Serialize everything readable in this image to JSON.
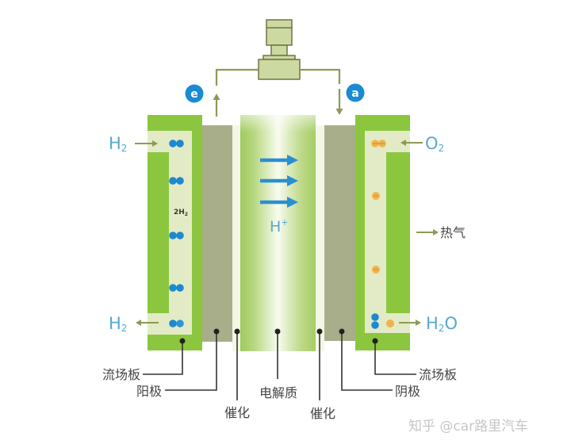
{
  "external_circuit": {
    "electron_badge": "e",
    "a_badge": "a"
  },
  "flows": {
    "h2_in": {
      "main": "H",
      "sub": "2"
    },
    "h2_out": {
      "main": "H",
      "sub": "2"
    },
    "o2_in": {
      "main": "O",
      "sub": "2"
    },
    "h2o_out": {
      "main1": "H",
      "sub": "2",
      "main2": "O"
    },
    "heat_out": "热气",
    "proton": {
      "main": "H",
      "sup": "+"
    },
    "channel_note": {
      "main": "2H",
      "sub": "2"
    }
  },
  "components": {
    "flow_plate_left": "流场板",
    "anode": "阳极",
    "catalyst_left": "催化",
    "electrolyte": "电解质",
    "catalyst_right": "催化",
    "cathode": "阴极",
    "flow_plate_right": "流场板"
  },
  "molecules": {
    "anode_channel_h2_count": 5,
    "cathode_channel_o2_count": 1,
    "cathode_channel_single_o_count": 2,
    "water_outlet_count": 1,
    "proton_arrow_count": 3
  },
  "colors": {
    "flow_plate": "#8cc63f",
    "channel": "#e2ebc6",
    "electrode": "#a9ae8a",
    "hydrogen": "#1e88d0",
    "oxygen": "#f2b24a",
    "proton_arrow": "#2a8fd2",
    "label_blue": "#56a8cf",
    "wire": "#8d9a55"
  },
  "watermark": "知乎 @car路里汽车"
}
